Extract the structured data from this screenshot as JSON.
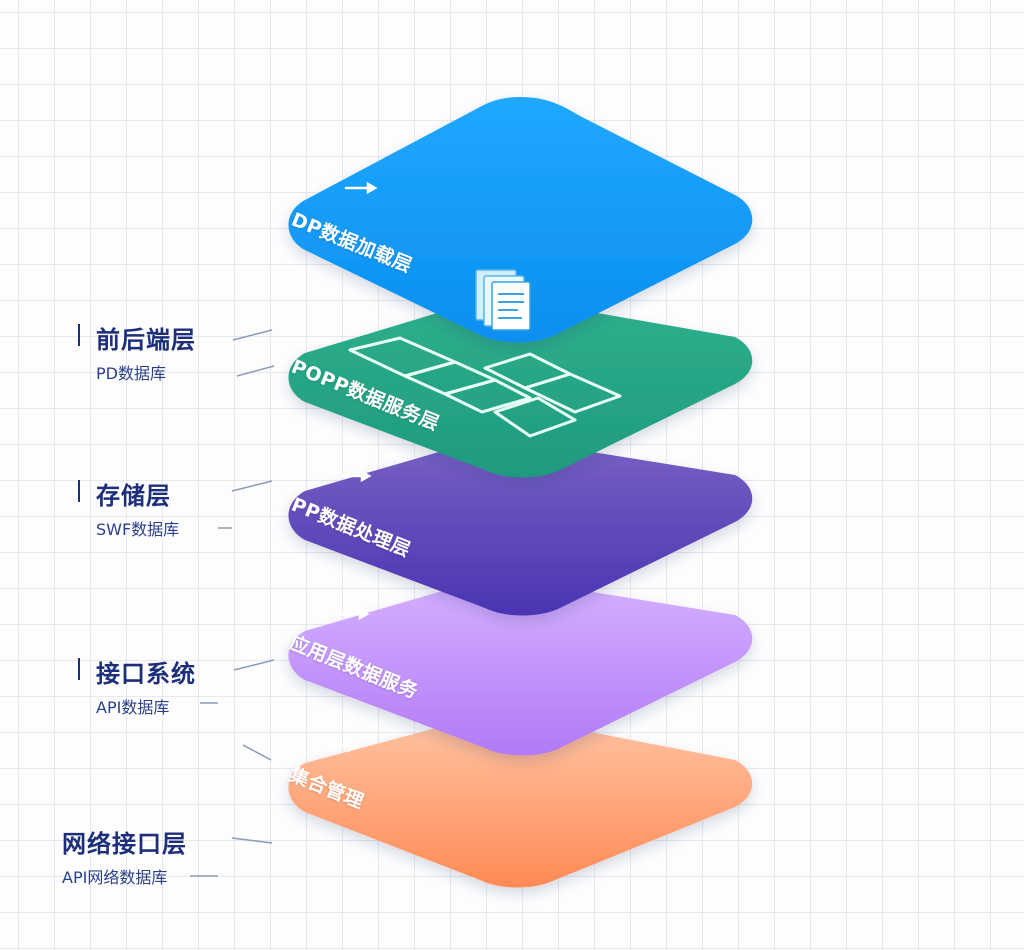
{
  "layers": [
    {
      "name": "top",
      "text": "DP数据加载层",
      "color_top": "#20a8ff",
      "color_bottom": "#0a8ff0"
    },
    {
      "name": "second",
      "text": "POPP数据服务层",
      "color_top": "#2fb08c",
      "color_bottom": "#1f9a80"
    },
    {
      "name": "third",
      "text": "PP数据处理层",
      "color_top": "#7a63c4",
      "color_bottom": "#4a34b2"
    },
    {
      "name": "fourth",
      "text": "应用层数据服务",
      "color_top": "#d6b3ff",
      "color_bottom": "#b27af7"
    },
    {
      "name": "bottom",
      "text": "集合管理",
      "color_top": "#ffc6a6",
      "color_bottom": "#ff8a55"
    }
  ],
  "labels": [
    {
      "title": "前后端层",
      "sub": "PD数据库"
    },
    {
      "title": "存储层",
      "sub": "SWF数据库"
    },
    {
      "title": "接口系统",
      "sub": "API数据库"
    },
    {
      "title": "网络接口层",
      "sub": "API网络数据库"
    }
  ],
  "icons": [
    "arrow-icon",
    "document-icon",
    "grid-icon"
  ]
}
